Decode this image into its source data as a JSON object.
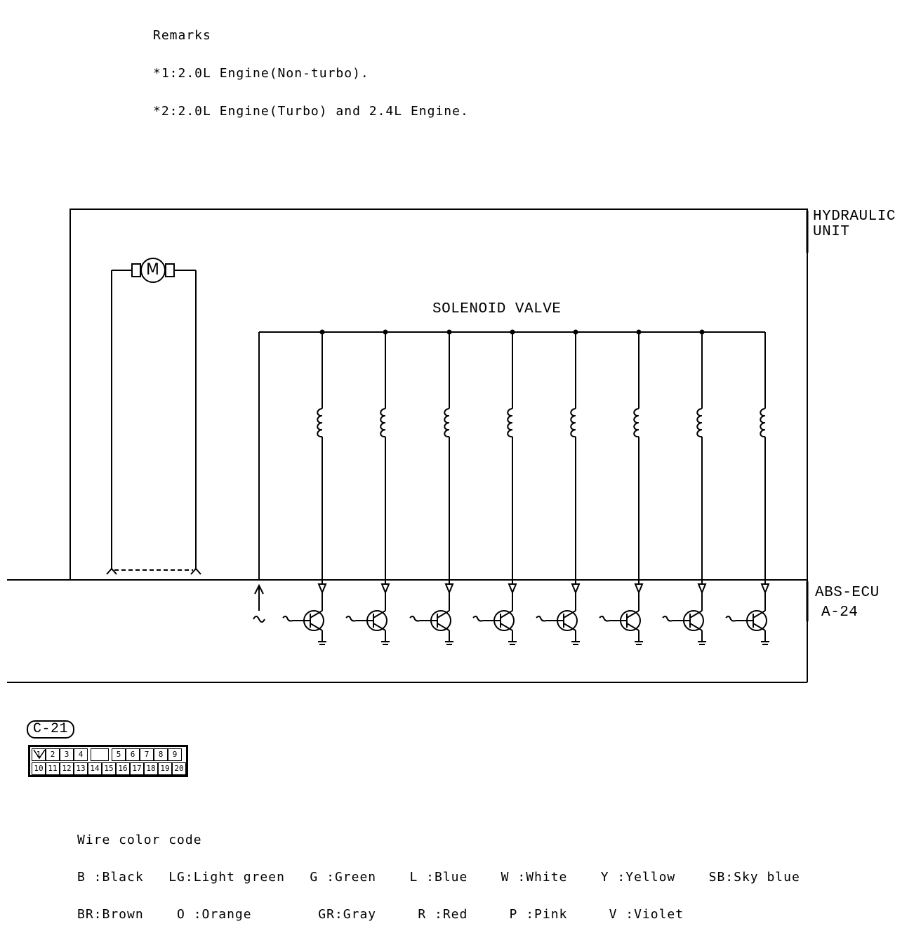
{
  "remarks": {
    "title": "Remarks",
    "note1": "*1:2.0L Engine(Non-turbo).",
    "note2": "*2:2.0L Engine(Turbo) and 2.4L Engine."
  },
  "labels": {
    "hydraulic_unit_line1": "HYDRAULIC",
    "hydraulic_unit_line2": "UNIT",
    "solenoid_valve": "SOLENOID VALVE",
    "abs_ecu": "ABS-ECU",
    "abs_ecu_connector": "A-24",
    "motor_symbol": "M"
  },
  "connector": {
    "id": "C-21",
    "top_row": [
      "1",
      "2",
      "3",
      "4",
      "",
      "5",
      "6",
      "7",
      "8",
      "9"
    ],
    "bottom_row": [
      "10",
      "11",
      "12",
      "13",
      "14",
      "15",
      "16",
      "17",
      "18",
      "19",
      "20"
    ]
  },
  "wire_color_code": {
    "title": "Wire color code",
    "row1": "B :Black   LG:Light green   G :Green    L :Blue    W :White    Y :Yellow    SB:Sky blue",
    "row2": "BR:Brown    O :Orange        GR:Gray     R :Red     P :Pink     V :Violet"
  },
  "colors": {
    "line": "#000000",
    "background": "#ffffff"
  }
}
